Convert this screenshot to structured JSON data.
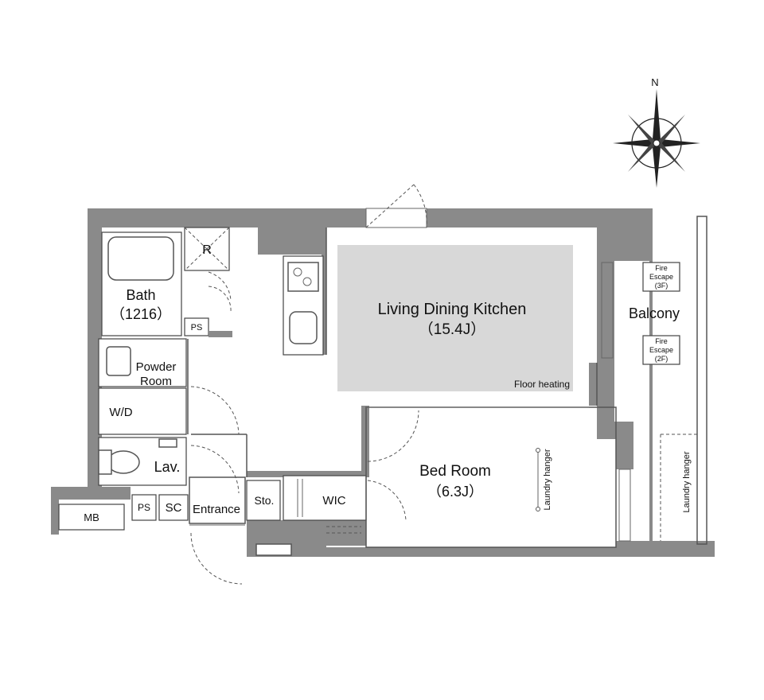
{
  "compass": {
    "north": "N"
  },
  "rooms": {
    "ldk": {
      "name": "Living Dining Kitchen",
      "size": "（15.4J）",
      "note": "Floor heating"
    },
    "bath": {
      "name": "Bath",
      "size": "（1216）"
    },
    "powder": {
      "line1": "Powder",
      "line2": "Room"
    },
    "wd": "W/D",
    "lav": "Lav.",
    "refrigerator": "R",
    "ps_upper": "PS",
    "ps_lower": "PS",
    "sc": "SC",
    "mb": "MB",
    "entrance": "Entrance",
    "storage": "Sto.",
    "wic": "WIC",
    "bedroom": {
      "name": "Bed Room",
      "size": "（6.3J）"
    },
    "balcony": "Balcony",
    "fire_escape_3f": {
      "line1": "Fire",
      "line2": "Escape",
      "line3": "(3F)"
    },
    "fire_escape_2f": {
      "line1": "Fire",
      "line2": "Escape",
      "line3": "(2F)"
    },
    "laundry_bedroom": "Laundry hanger",
    "laundry_balcony": "Laundry hanger"
  },
  "colors": {
    "wall": "#8a8a8a",
    "floor_heating": "#d8d8d8"
  }
}
